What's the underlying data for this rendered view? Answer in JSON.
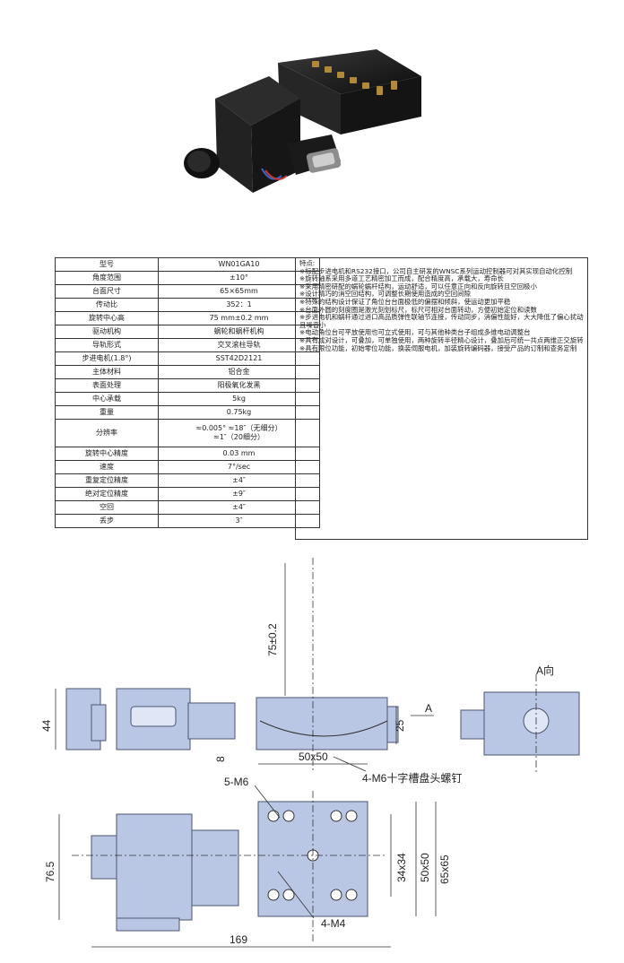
{
  "spec_rows": [
    {
      "key": "型号",
      "value": "WN01GA10"
    },
    {
      "key": "角度范围",
      "value": "±10°"
    },
    {
      "key": "台面尺寸",
      "value": "65×65mm"
    },
    {
      "key": "传动比",
      "value": "352：1"
    },
    {
      "key": "旋转中心高",
      "value": "75 mm±0.2 mm"
    },
    {
      "key": "驱动机构",
      "value": "蜗轮和蜗杆机构"
    },
    {
      "key": "导轨形式",
      "value": "交叉滚柱导轨"
    },
    {
      "key": "步进电机(1.8°)",
      "value": "SST42D2121"
    },
    {
      "key": "主体材料",
      "value": "铝合金"
    },
    {
      "key": "表面处理",
      "value": "阳极氧化发黑"
    },
    {
      "key": "中心承载",
      "value": "5kg"
    },
    {
      "key": "重量",
      "value": "0.75kg"
    },
    {
      "key": "分辨率",
      "value": "≈0.005° ≈18″（无细分）\n≈1″（20细分）"
    },
    {
      "key": "旋转中心精度",
      "value": "0.03 mm"
    },
    {
      "key": "速度",
      "value": "7°/sec"
    },
    {
      "key": "重复定位精度",
      "value": "±4″"
    },
    {
      "key": "绝对定位精度",
      "value": "±9″"
    },
    {
      "key": "空回",
      "value": "±4″"
    },
    {
      "key": "丢步",
      "value": "3″"
    }
  ],
  "features": {
    "title": "特点:",
    "items": [
      "※标配步进电机和RS232接口，公司自主研发的WNSC系列运动控制器可对其实现自动化控制",
      "※旋转轴系采用多道工艺精密加工而成，配合精度高，承载大，寿命长",
      "※采用精密研配的蜗轮蜗杆结构，运动舒适，可以任意正向和反向旋转且空回极小",
      "※设计精巧的消空回结构，可调整长期使用造成的空回间隙",
      "※特殊的结构设计保证了角位台台面极低的偏摆和倾斜，使运动更加平稳",
      "※台面外圆的刻度圈是激光刻划标尺，标尺可相对台面转动，方便初始定位和读数",
      "※步进电机和蜗杆通过进口高品质弹性联轴节连接，传动同步，消偏性能好，大大降低了偏心扰动且噪音小",
      "※电动角位台可平放使用也可立式使用，可与其他种类台子组成多维电动调整台",
      "※具有成对设计，可叠加，可单独使用，两种旋转半径精心设计，叠加后可统一共点两维正交旋转",
      "※具有限位功能，初始零位功能，换装伺服电机，加装旋转编码器，接受产品的订制和查务定制"
    ]
  },
  "drawing": {
    "view_label": "A向",
    "arrow_label": "A",
    "dim_75": "75±0.2",
    "dim_44": "44",
    "dim_25": "25",
    "dim_8": "8",
    "dim_50x50": "50x50",
    "screw_note": "4-M6十字槽盘头螺钉",
    "hole_m6": "5-M6",
    "hole_m4": "4-M4",
    "dim_34x34": "34x34",
    "dim_50x50_v": "50x50",
    "dim_65x65": "65x65",
    "dim_76_5": "76.5",
    "dim_169": "169"
  },
  "colors": {
    "part_fill": "#b9c6e4",
    "part_stroke": "#4a5570",
    "motor_dark": "#1c1c1c"
  }
}
